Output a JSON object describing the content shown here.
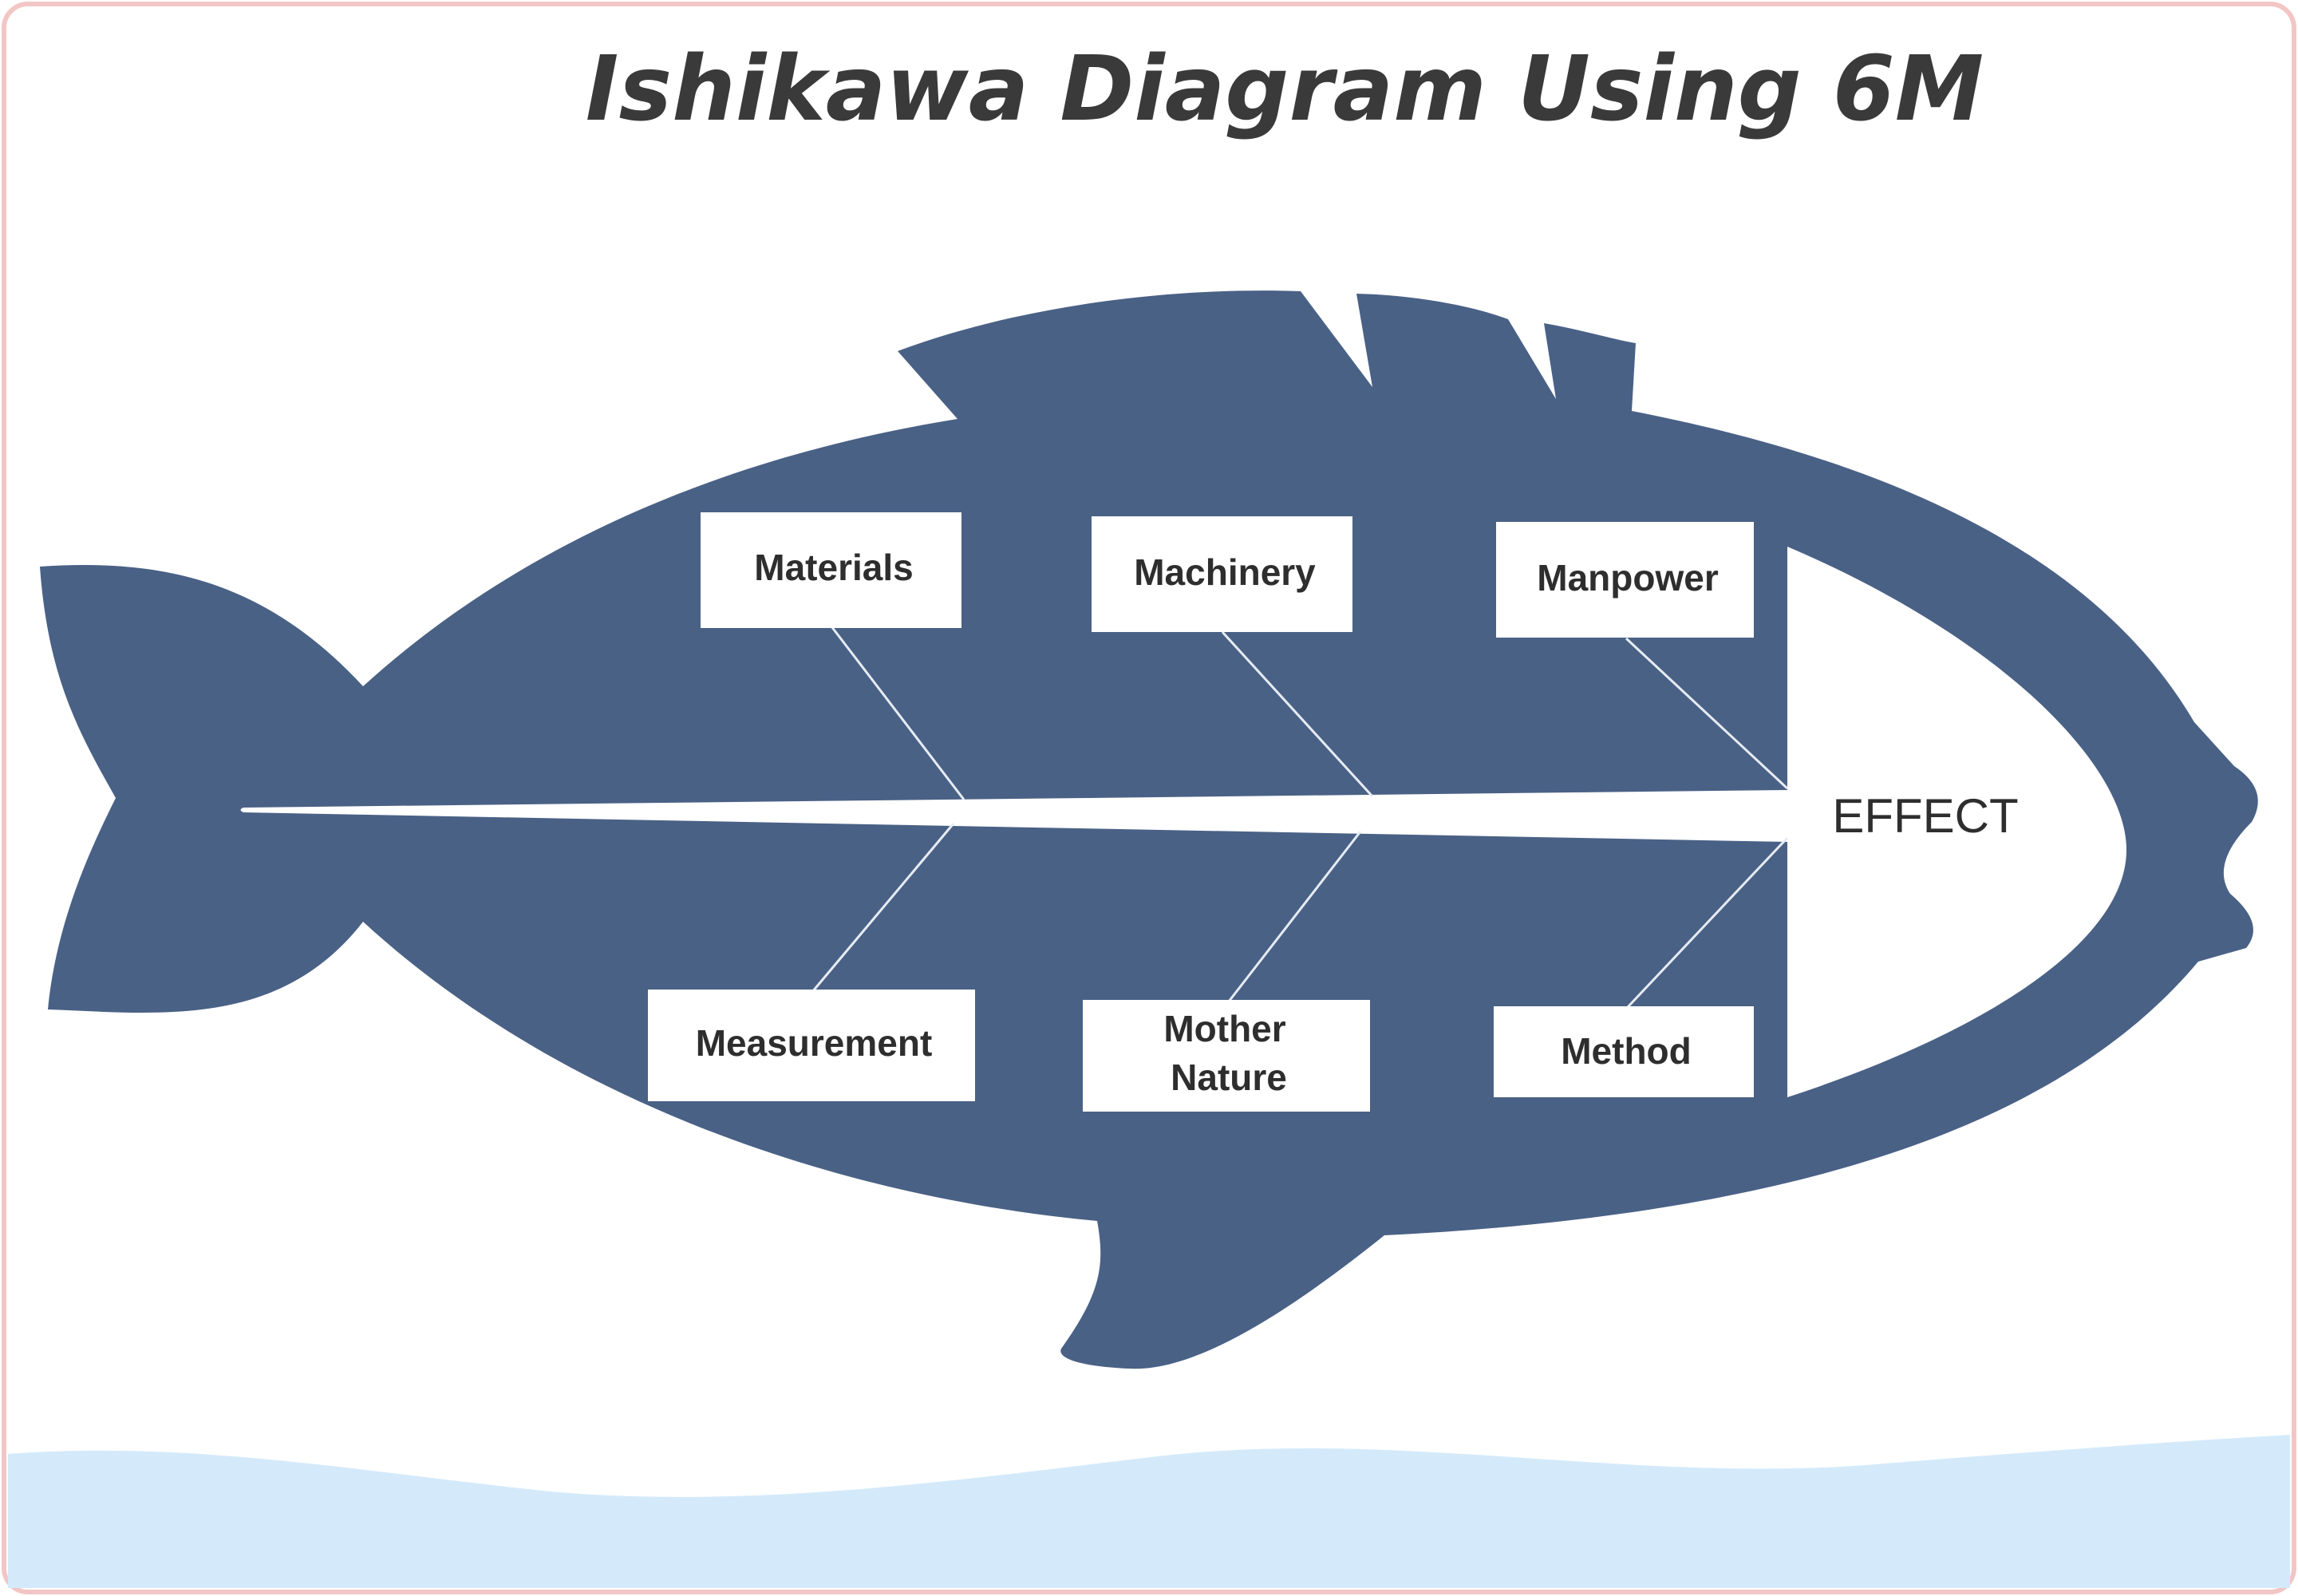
{
  "title": "Ishikawa Diagram Using 6M",
  "effect": "EFFECT",
  "causes": {
    "materials": "Materials",
    "machinery": "Machinery",
    "manpower": "Manpower",
    "measurement": "Measurement",
    "mother_nature_line1": "Mother",
    "mother_nature_line2": "Nature",
    "method": "Method"
  },
  "colors": {
    "fish": "#4a6186",
    "water": "#d4eafb",
    "frame_border": "#f3c6c6",
    "bone": "#ffffff",
    "text": "#2e2e2e",
    "title": "#3a3a3a"
  }
}
